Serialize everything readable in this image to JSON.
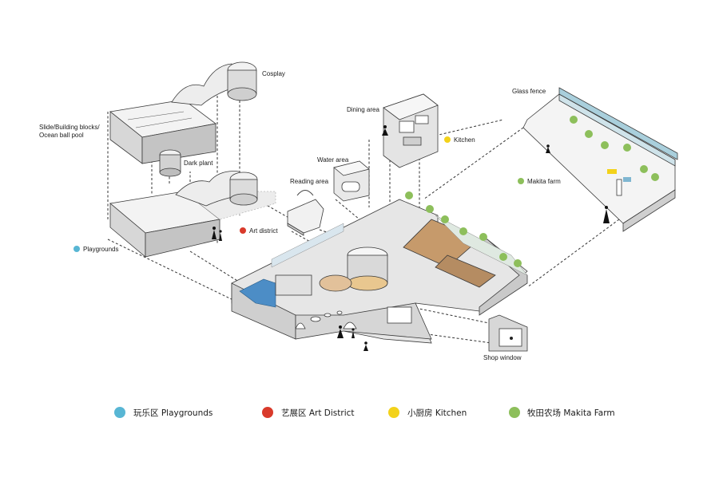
{
  "labels": {
    "cosplay": "Cosplay",
    "slide": "Slide/Building blocks/",
    "ocean": "Ocean ball pool",
    "dark_plant": "Dark plant",
    "dining_area": "Dining area",
    "kitchen": "Kitchen",
    "water_area": "Water area",
    "reading_area": "Reading area",
    "art_district": "Art district",
    "playgrounds": "Playgrounds",
    "glass_fence": "Glass fence",
    "makita_farm": "Makita farm",
    "shop_window": "Shop window"
  },
  "legend": [
    {
      "label": "玩乐区  Playgrounds",
      "color": "#58b6d4"
    },
    {
      "label": "艺展区   Art District",
      "color": "#d93a2b"
    },
    {
      "label": "小厨房    Kitchen",
      "color": "#f3d21a"
    },
    {
      "label": "牧田农场  Makita Farm",
      "color": "#8dbf5b"
    }
  ],
  "colors": {
    "playgrounds": "#58b6d4",
    "art_district": "#d93a2b",
    "kitchen": "#f3d21a",
    "makita_farm": "#8dbf5b"
  }
}
